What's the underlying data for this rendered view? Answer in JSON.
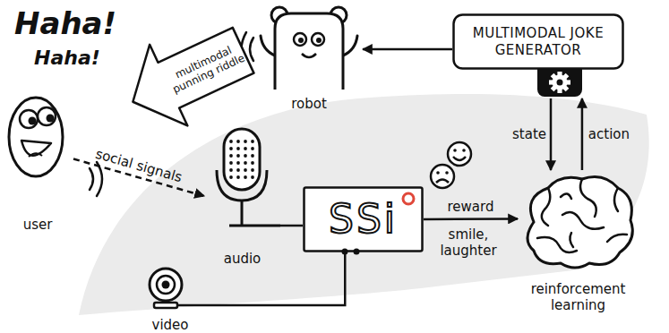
{
  "diagram": {
    "nodes": [
      {
        "text": [
          "user"
        ]
      },
      {
        "text": [
          "robot"
        ]
      },
      {
        "text": [
          "MULTIMODAL JOKE GENERATOR"
        ]
      },
      {
        "text": [
          "multimodal punning riddle"
        ]
      },
      {
        "text": [
          "audio"
        ]
      },
      {
        "text": [
          "video"
        ]
      },
      {
        "text": [
          "SSi"
        ]
      },
      {
        "text": [
          "reinforcement learning"
        ]
      }
    ],
    "edges": [
      {
        "from": 2,
        "to": 1,
        "arrow": "to"
      },
      {
        "from": 0,
        "to": 4,
        "label": "social signals",
        "arrow": "to"
      },
      {
        "from": 4,
        "to": 6,
        "arrow": "none"
      },
      {
        "from": 5,
        "to": 6,
        "arrow": "none"
      },
      {
        "from": 6,
        "to": 7,
        "label": "reward",
        "arrow": "to"
      },
      {
        "from": 2,
        "to": 7,
        "label": "state",
        "arrow": "to"
      },
      {
        "from": 7,
        "to": 2,
        "label": "action",
        "arrow": "to"
      }
    ],
    "labels": [
      "Haha!",
      "Haha!",
      "smile, laughter"
    ]
  }
}
